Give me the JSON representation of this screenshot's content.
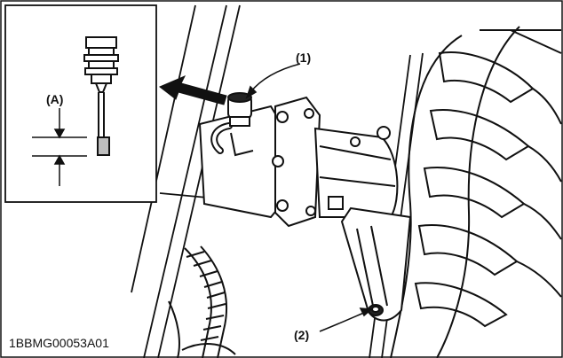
{
  "figure": {
    "callouts": {
      "part_1": "(1)",
      "part_2": "(2)",
      "dimension_a": "(A)"
    },
    "figure_code": "1BBMG00053A01"
  },
  "colors": {
    "line": "#111111",
    "fill_light": "#ffffff",
    "fill_gray": "#bdbdbd",
    "fill_dark": "#222222"
  }
}
